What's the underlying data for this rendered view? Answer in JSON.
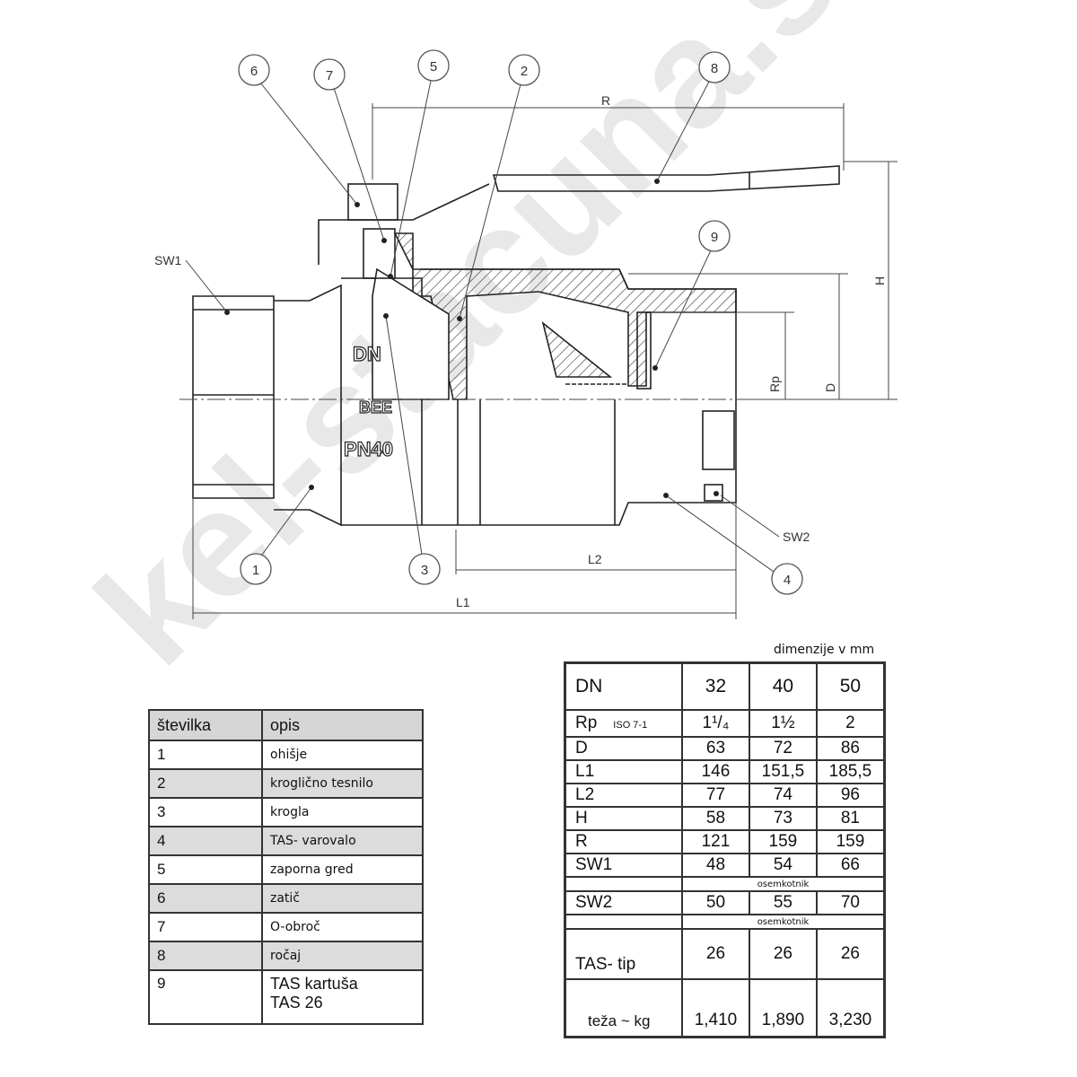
{
  "watermark": "kel-stacuna.si",
  "drawing": {
    "callouts": [
      "1",
      "2",
      "3",
      "4",
      "5",
      "6",
      "7",
      "8",
      "9"
    ],
    "labels": {
      "sw1": "SW1",
      "sw2": "SW2",
      "r": "R",
      "h": "H",
      "d": "D",
      "rp": "Rp",
      "l1": "L1",
      "l2": "L2"
    },
    "body_markings": {
      "dn": "DN",
      "logo": "BEE",
      "pressure": "PN40"
    }
  },
  "parts_table": {
    "headers": [
      "številka",
      "opis"
    ],
    "rows": [
      {
        "num": "1",
        "desc": "ohišje"
      },
      {
        "num": "2",
        "desc": "kroglično tesnilo"
      },
      {
        "num": "3",
        "desc": "krogla"
      },
      {
        "num": "4",
        "desc": "TAS- varovalo"
      },
      {
        "num": "5",
        "desc": "zaporna gred"
      },
      {
        "num": "6",
        "desc": "zatič"
      },
      {
        "num": "7",
        "desc": "O-obroč"
      },
      {
        "num": "8",
        "desc": "ročaj"
      },
      {
        "num": "9",
        "desc": "TAS kartuša",
        "desc2": "TAS 26"
      }
    ]
  },
  "dims_table": {
    "unit_note": "dimenzije v mm",
    "header": {
      "label": "DN",
      "values": [
        "32",
        "40",
        "50"
      ]
    },
    "rp": {
      "label": "Rp",
      "note": "ISO 7-1",
      "values": [
        "1¹/₄",
        "1½",
        "2"
      ]
    },
    "rows": [
      {
        "label": "D",
        "values": [
          "63",
          "72",
          "86"
        ]
      },
      {
        "label": "L1",
        "values": [
          "146",
          "151,5",
          "185,5"
        ]
      },
      {
        "label": "L2",
        "values": [
          "77",
          "74",
          "96"
        ]
      },
      {
        "label": "H",
        "values": [
          "58",
          "73",
          "81"
        ]
      },
      {
        "label": "R",
        "values": [
          "121",
          "159",
          "159"
        ]
      }
    ],
    "sw1": {
      "label": "SW1",
      "values": [
        "48",
        "54",
        "66"
      ],
      "note": "osemkotnik"
    },
    "sw2": {
      "label": "SW2",
      "values": [
        "50",
        "55",
        "70"
      ],
      "note": "osemkotnik"
    },
    "tas": {
      "label": "TAS- tip",
      "values": [
        "26",
        "26",
        "26"
      ]
    },
    "weight": {
      "label": "teža ~ kg",
      "values": [
        "1,410",
        "1,890",
        "3,230"
      ]
    }
  }
}
